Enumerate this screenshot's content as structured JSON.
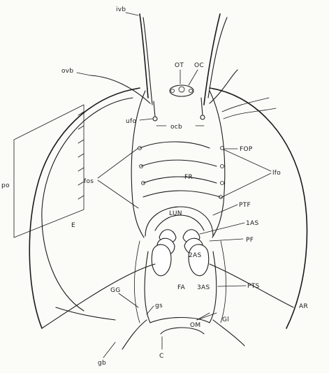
{
  "diagram": {
    "labels": {
      "ivb": "ivb",
      "ovb": "ovb",
      "OT": "OT",
      "OC": "OC",
      "ufo": "ufo",
      "ocb": "ocb",
      "FOP": "FOP",
      "po": "po",
      "fos": "fos",
      "FR": "FR",
      "lfo": "lfo",
      "E": "E",
      "PTF": "PTF",
      "LUN": "LUN",
      "1AS": "1AS",
      "PF": "PF",
      "2AS": "2AS",
      "GG": "GG",
      "FA": "FA",
      "3AS": "3AS",
      "PTS": "PTS",
      "AR": "AR",
      "gs": "gs",
      "Gl": "Gl",
      "OM": "OM",
      "C": "C",
      "gb": "gb"
    }
  }
}
